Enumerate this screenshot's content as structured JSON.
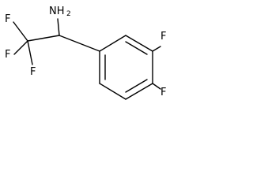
{
  "molecule": {
    "atoms": {
      "amine": "NH",
      "amine_subscript": "2",
      "fluorine_left_top": "F",
      "fluorine_left_mid": "F",
      "fluorine_left_bottom": "F",
      "fluorine_ring_meta": "F",
      "fluorine_ring_para": "F"
    }
  }
}
